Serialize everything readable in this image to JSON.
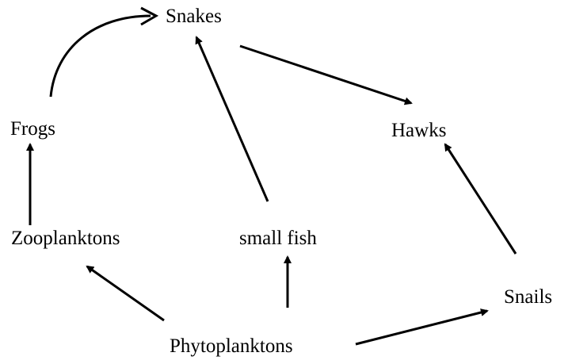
{
  "food_web": {
    "organisms": {
      "snakes": "Snakes",
      "frogs": "Frogs",
      "hawks": "Hawks",
      "zooplanktons": "Zooplanktons",
      "small_fish": "small fish",
      "snails": "Snails",
      "phytoplanktons": "Phytoplanktons"
    },
    "links": [
      {
        "from": "Frogs",
        "to": "Snakes"
      },
      {
        "from": "Snakes",
        "to": "Hawks"
      },
      {
        "from": "small fish",
        "to": "Snakes"
      },
      {
        "from": "Zooplanktons",
        "to": "Frogs"
      },
      {
        "from": "Snails",
        "to": "Hawks"
      },
      {
        "from": "Phytoplanktons",
        "to": "Zooplanktons"
      },
      {
        "from": "Phytoplanktons",
        "to": "small fish"
      },
      {
        "from": "Phytoplanktons",
        "to": "Snails"
      }
    ],
    "colors": {
      "ink": "#000000",
      "background": "#ffffff"
    }
  }
}
